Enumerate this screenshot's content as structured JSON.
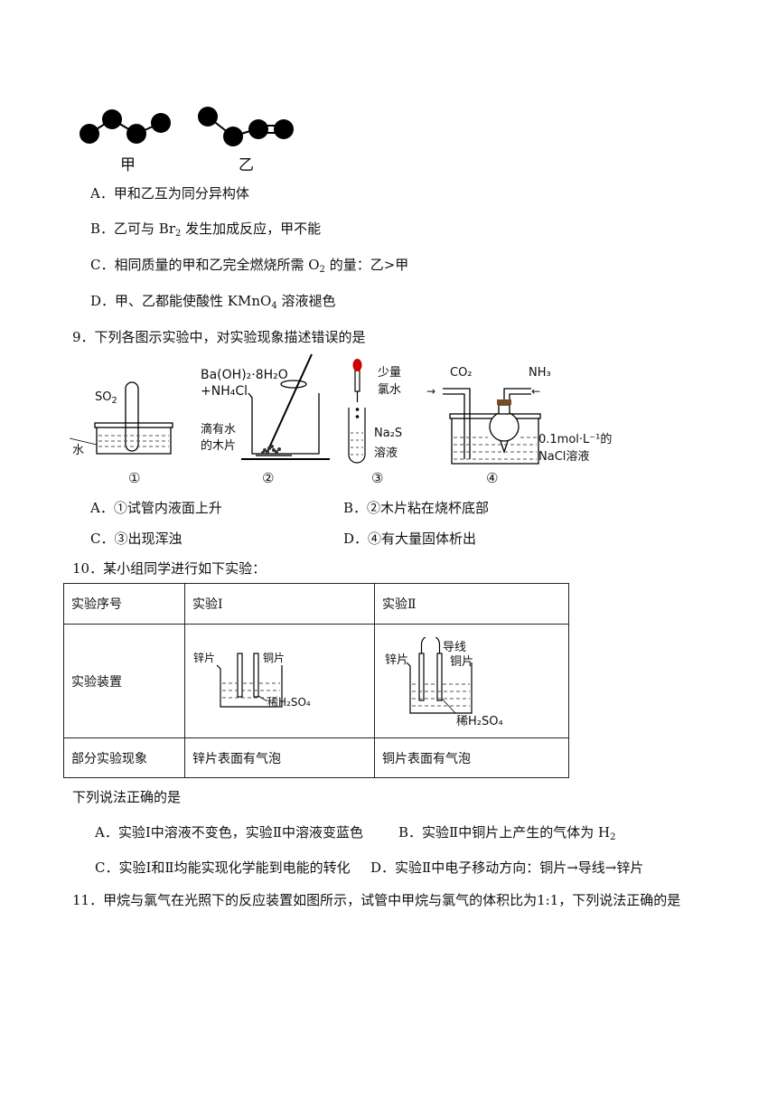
{
  "q8": {
    "label_jia": "甲",
    "label_yi": "乙",
    "options": {
      "A": "A．甲和乙互为同分异构体",
      "B_pre": "B．乙可与 Br",
      "B_sub": "2",
      "B_post": " 发生加成反应，甲不能",
      "C_pre": "C．相同质量的甲和乙完全燃烧所需 O",
      "C_sub": "2",
      "C_post": " 的量：乙>甲",
      "D_pre": "D．甲、乙都能使酸性 KMnO",
      "D_sub": "4",
      "D_post": " 溶液褪色"
    }
  },
  "q9": {
    "stem": "9．下列各图示实验中，对实验现象描述错误的是",
    "fig1": {
      "gas_pre": "SO",
      "gas_sub": "2",
      "water": "水",
      "num": "①"
    },
    "fig2": {
      "reagent1": "Ba(OH)₂·8H₂O",
      "reagent2": "+NH₄Cl",
      "wood1": "滴有水",
      "wood2": "的木片",
      "num": "②"
    },
    "fig3": {
      "top1": "少量",
      "top2": "氯水",
      "sol1": "Na₂S",
      "sol2": "溶液",
      "num": "③"
    },
    "fig4": {
      "gas1": "CO₂",
      "gas2": "NH₃",
      "sol1": "0.1mol·L⁻¹的",
      "sol2": "NaCl溶液",
      "num": "④"
    },
    "options": {
      "A": "A．①试管内液面上升",
      "B": "B．②木片粘在烧杯底部",
      "C": "C．③出现浑浊",
      "D": "D．④有大量固体析出"
    }
  },
  "q10": {
    "stem": "10．某小组同学进行如下实验：",
    "table": {
      "h1": "实验序号",
      "h2": "实验Ⅰ",
      "h3": "实验Ⅱ",
      "r1": "实验装置",
      "r2": "部分实验现象",
      "r2c2": "锌片表面有气泡",
      "r2c3": "铜片表面有气泡"
    },
    "dev1": {
      "zn": "锌片",
      "cu": "铜片",
      "acid": "稀H₂SO₄"
    },
    "dev2": {
      "zn": "锌片",
      "wire": "导线",
      "cu": "铜片",
      "acid": "稀H₂SO₄"
    },
    "after": "下列说法正确的是",
    "options": {
      "A": "A．实验Ⅰ中溶液不变色，实验Ⅱ中溶液变蓝色",
      "B_pre": "B．实验Ⅱ中铜片上产生的气体为 H",
      "B_sub": "2",
      "C": "C．实验Ⅰ和Ⅱ均能实现化学能到电能的转化",
      "D": "D．实验Ⅱ中电子移动方向：铜片→导线→锌片"
    }
  },
  "q11": {
    "stem": "11．甲烷与氯气在光照下的反应装置如图所示，试管中甲烷与氯气的体积比为1:1，下列说法正确的是"
  }
}
